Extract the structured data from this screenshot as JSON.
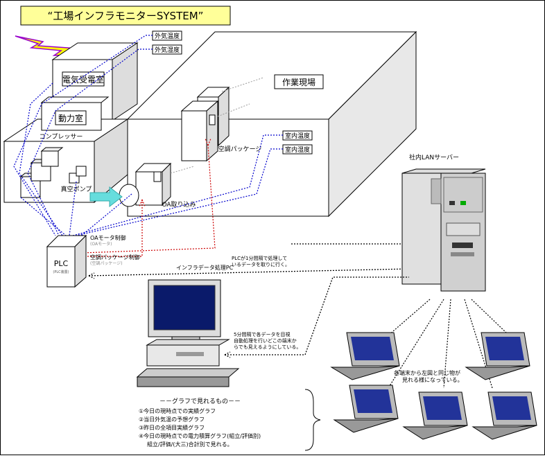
{
  "title": "“工場インフラモニターSYSTEM”",
  "buildings": {
    "denki": "電気受電室",
    "douryoku": "動力室",
    "sagyou": "作業現場"
  },
  "sensors": {
    "outdoor_temp": "外気温度",
    "outdoor_humidity": "外気湿度",
    "indoor_temp": "室内温度",
    "indoor_humidity": "室内湿度"
  },
  "equipment": {
    "compressor": "コンプレッサー",
    "vacuum_pump": "真空ポンプ",
    "ac_package": "空調パッケージ",
    "oa_intake": "OA取り込み"
  },
  "plc": {
    "label": "PLC",
    "sub": "(PLC装置)",
    "oa_motor_control": "OAモータ制御",
    "oa_motor_sub": "(OAモータ)",
    "ac_package_control": "空調パッケージ制御",
    "ac_package_sub": "(空調パッケージ)"
  },
  "infra_pc": "インフラデータ処理PC",
  "server": "社内LANサーバー",
  "notes": {
    "plc_note": [
      "PLCが1分間隔で処理して",
      "いるデータを取りに行く。"
    ],
    "pc_note": [
      "5分間隔で各データを目視",
      "自動処理を行いどこの端末か",
      "らでも見えるようにしている。"
    ],
    "terminal_note": [
      "各端末から左図と同じ物が",
      "見れる様になっている。"
    ]
  },
  "graph_list": {
    "heading": "－－グラフで見れるもの－－",
    "items": [
      "①今日の現時点での実績グラフ",
      "②当日外気温の予想グラフ",
      "③昨日の全項目実績グラフ",
      "④今日の現時点での電力積算グラフ(組立/評価別)"
    ],
    "continuation": "組立/評価/(大三)合計別で見れる。"
  }
}
